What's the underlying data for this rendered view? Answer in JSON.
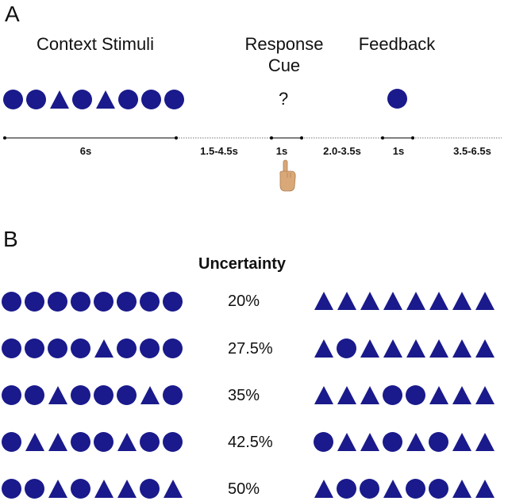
{
  "panel_a": {
    "label": "A",
    "headers": {
      "context": "Context Stimuli",
      "response": "Response\nCue",
      "feedback": "Feedback"
    },
    "context_sequence": [
      "circle",
      "circle",
      "triangle",
      "circle",
      "triangle",
      "circle",
      "circle",
      "circle"
    ],
    "response_symbol": "?",
    "feedback_shape": "circle",
    "durations": [
      "6s",
      "1.5-4.5s",
      "1s",
      "2.0-3.5s",
      "1s",
      "3.5-6.5s"
    ],
    "hand_icon": "pointing-hand-icon"
  },
  "panel_b": {
    "label": "B",
    "title": "Uncertainty",
    "rows": [
      {
        "pct": "20%",
        "left": [
          "circle",
          "circle",
          "circle",
          "circle",
          "circle",
          "circle",
          "circle",
          "circle"
        ],
        "right": [
          "triangle",
          "triangle",
          "triangle",
          "triangle",
          "triangle",
          "triangle",
          "triangle",
          "triangle"
        ]
      },
      {
        "pct": "27.5%",
        "left": [
          "circle",
          "circle",
          "circle",
          "circle",
          "triangle",
          "circle",
          "circle",
          "circle"
        ],
        "right": [
          "triangle",
          "circle",
          "triangle",
          "triangle",
          "triangle",
          "triangle",
          "triangle",
          "triangle"
        ]
      },
      {
        "pct": "35%",
        "left": [
          "circle",
          "circle",
          "triangle",
          "circle",
          "circle",
          "circle",
          "triangle",
          "circle"
        ],
        "right": [
          "triangle",
          "triangle",
          "triangle",
          "circle",
          "circle",
          "triangle",
          "triangle",
          "triangle"
        ]
      },
      {
        "pct": "42.5%",
        "left": [
          "circle",
          "triangle",
          "triangle",
          "circle",
          "circle",
          "triangle",
          "circle",
          "circle"
        ],
        "right": [
          "circle",
          "triangle",
          "triangle",
          "circle",
          "triangle",
          "circle",
          "triangle",
          "triangle"
        ]
      },
      {
        "pct": "50%",
        "left": [
          "circle",
          "circle",
          "triangle",
          "circle",
          "triangle",
          "triangle",
          "circle",
          "triangle"
        ],
        "right": [
          "triangle",
          "circle",
          "circle",
          "triangle",
          "circle",
          "circle",
          "triangle",
          "triangle"
        ]
      }
    ]
  },
  "colors": {
    "shape": "#1a1a8c",
    "line": "#000000"
  }
}
